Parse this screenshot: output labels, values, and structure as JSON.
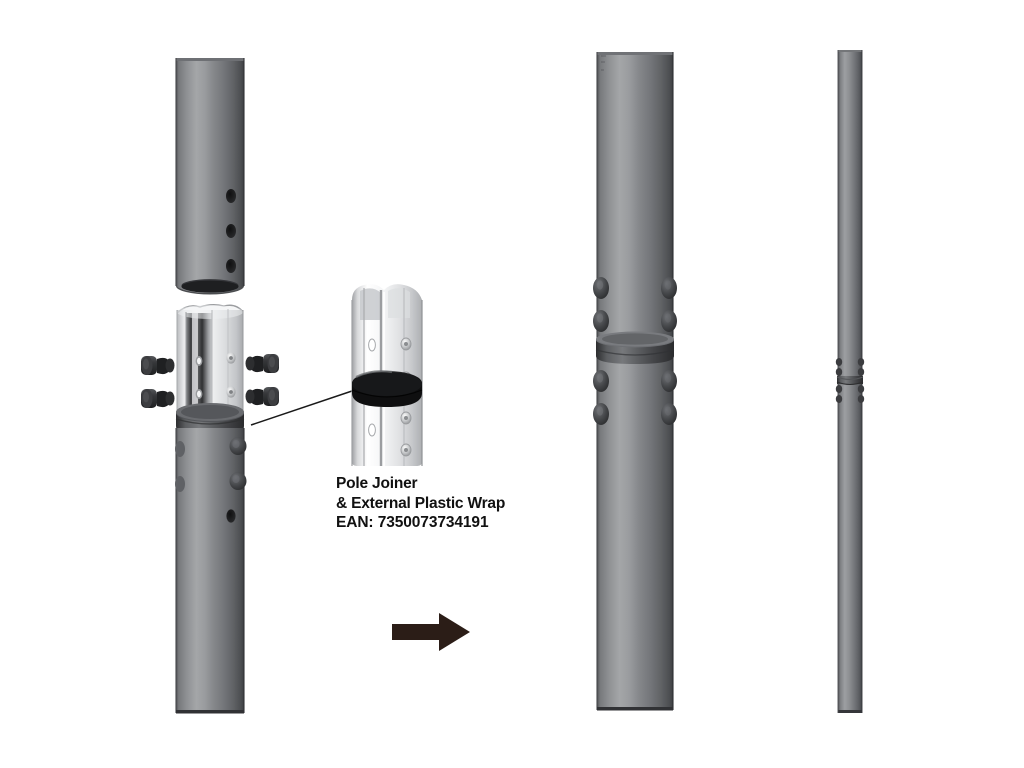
{
  "document": {
    "title": "Pole Joiner Assembly Instruction",
    "background_color": "#ffffff"
  },
  "callout": {
    "line1": "Pole Joiner",
    "line2": "& External Plastic Wrap",
    "line3_label": "EAN:",
    "line3_value": "7350073734191",
    "line3": "EAN: 7350073734191",
    "text_color": "#111111"
  },
  "colors": {
    "pole_light": "#a9aaac",
    "pole_mid": "#7c7e81",
    "pole_dark": "#5b5d60",
    "pole_edge": "#3f4043",
    "pole_highlight": "#c2c3c5",
    "joiner_light": "#fdfdfd",
    "joiner_mid": "#e2e3e5",
    "joiner_shade": "#b8babd",
    "rubber_band": "#3a3b3d",
    "rubber_band_light": "#6a6c6f",
    "pin_dark": "#2e2f31",
    "pin_mid": "#4a4b4e",
    "arrow": "#2b1d17",
    "leader_line": "#1a1a1a",
    "outline": "#3a3b3d"
  },
  "figures": {
    "exploded": {
      "name": "exploded-assembly-view",
      "upper_pole": {
        "label": "upper-pole-section",
        "holes": 3
      },
      "joiner": {
        "label": "pole-joiner-insert",
        "holes_per_side": 2
      },
      "pins": {
        "label": "locking-pins",
        "count": 4,
        "left_count": 2,
        "right_count": 2
      },
      "lower_pole": {
        "label": "lower-pole-section",
        "pins_visible": 4
      },
      "band": {
        "label": "external-plastic-wrap"
      }
    },
    "detail": {
      "name": "joiner-detail-view",
      "description": "Pole joiner sleeve with external plastic wrap band",
      "pin_holes": 4
    },
    "assembled_large": {
      "name": "assembled-pole-view",
      "pins_above_joint": 4,
      "pins_below_joint": 4
    },
    "assembled_small": {
      "name": "assembled-pole-full-length-view",
      "pins_above_joint": 4,
      "pins_below_joint": 4
    },
    "arrow": {
      "name": "assembly-direction-arrow",
      "direction": "right"
    },
    "leader": {
      "name": "callout-leader-line"
    }
  }
}
